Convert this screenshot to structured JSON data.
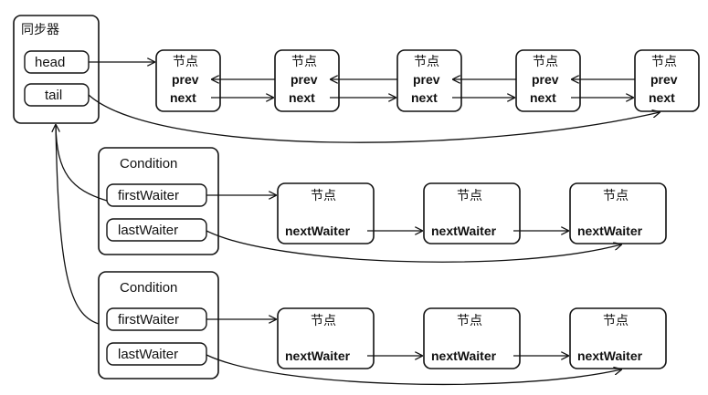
{
  "sync": {
    "title": "同步器",
    "head": "head",
    "tail": "tail"
  },
  "sync_queue": {
    "nodes": [
      {
        "title": "节点",
        "prev": "prev",
        "next": "next"
      },
      {
        "title": "节点",
        "prev": "prev",
        "next": "next"
      },
      {
        "title": "节点",
        "prev": "prev",
        "next": "next"
      },
      {
        "title": "节点",
        "prev": "prev",
        "next": "next"
      },
      {
        "title": "节点",
        "prev": "prev",
        "next": "next"
      }
    ]
  },
  "conditions": [
    {
      "title": "Condition",
      "first": "firstWaiter",
      "last": "lastWaiter",
      "nodes": [
        {
          "title": "节点",
          "field": "nextWaiter"
        },
        {
          "title": "节点",
          "field": "nextWaiter"
        },
        {
          "title": "节点",
          "field": "nextWaiter"
        }
      ]
    },
    {
      "title": "Condition",
      "first": "firstWaiter",
      "last": "lastWaiter",
      "nodes": [
        {
          "title": "节点",
          "field": "nextWaiter"
        },
        {
          "title": "节点",
          "field": "nextWaiter"
        },
        {
          "title": "节点",
          "field": "nextWaiter"
        }
      ]
    }
  ],
  "colors": {
    "line": "#111111",
    "background": "#ffffff"
  }
}
